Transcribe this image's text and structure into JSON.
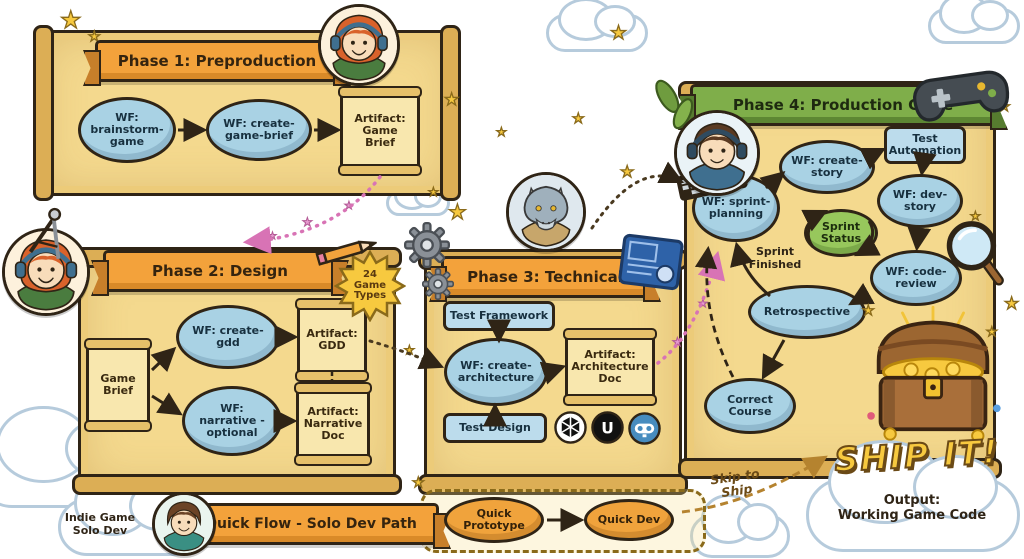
{
  "colors": {
    "parchment": "#f4d98e",
    "outline": "#2f2416",
    "banner_orange": "#f3a23b",
    "banner_green": "#7fae4a",
    "node_blue": "#a9d2e4",
    "node_green": "#97c75c",
    "node_orange": "#f0a33c",
    "rect_blue": "#bcdcec",
    "pink_accent": "#d873b5",
    "star_yellow": "#f7c93f",
    "godot_blue": "#478cbf"
  },
  "icons": {
    "star": "★",
    "unreal_letter": "U"
  },
  "phase1": {
    "title": "Phase 1: Preproduction",
    "wf_brainstorm": "WF: brainstorm-game",
    "wf_create_game_brief": "WF: create-game-brief",
    "artifact_game_brief": "Artifact: Game Brief"
  },
  "phase2": {
    "title": "Phase 2: Design",
    "badge": "24 Game Types",
    "input_game_brief": "Game Brief",
    "wf_create_gdd": "WF: create-gdd",
    "artifact_gdd": "Artifact: GDD",
    "wf_narrative": "WF: narrative - optional",
    "artifact_narrative": "Artifact: Narrative Doc"
  },
  "phase3": {
    "title": "Phase 3: Technical",
    "test_framework": "Test Framework",
    "wf_create_architecture": "WF: create-architecture",
    "artifact_architecture": "Artifact: Architecture Doc",
    "test_design": "Test Design"
  },
  "phase4": {
    "title": "Phase 4: Production Cycle",
    "wf_create_story": "WF: create-story",
    "test_automation": "Test Automation",
    "wf_sprint_planning": "WF: sprint-planning",
    "wf_dev_story": "WF: dev-story",
    "sprint_status": "Sprint Status",
    "sprint_finished": "Sprint Finished",
    "wf_code_review": "WF: code-review",
    "retrospective": "Retrospective",
    "correct_course": "Correct Course"
  },
  "ship": {
    "label": "SHIP IT!"
  },
  "output": {
    "line1": "Output:",
    "line2": "Working Game Code"
  },
  "quickflow": {
    "title": "Quick Flow - Solo Dev Path",
    "solo_dev": "Indie Game Solo Dev",
    "quick_prototype": "Quick Prototype",
    "quick_dev": "Quick Dev",
    "skip_to_ship": "Skip to Ship"
  }
}
